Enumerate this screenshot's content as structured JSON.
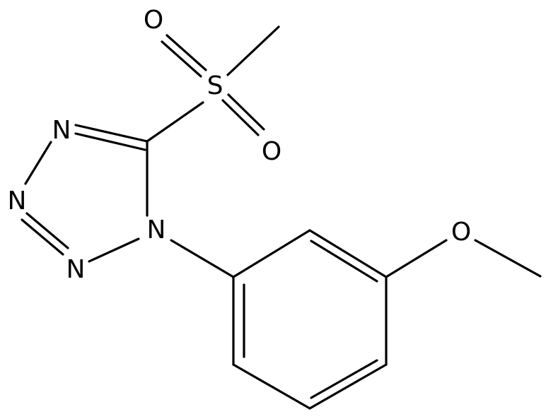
{
  "molecule": {
    "atoms": {
      "o_top": "O",
      "s": "S",
      "o_bottom": "O",
      "n_upper": "N",
      "n_middle": "N",
      "n_lower": "N",
      "n_ring": "N",
      "o_methoxy": "O"
    },
    "colors": {
      "bond": "#000000",
      "label": "#000000",
      "background": "#ffffff"
    }
  }
}
